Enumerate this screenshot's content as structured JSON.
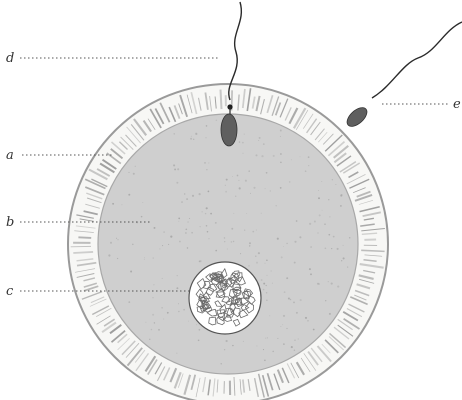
{
  "labels": {
    "a": "a",
    "b": "b",
    "c": "c",
    "d": "d",
    "e": "e"
  },
  "colors": {
    "background": "#ffffff",
    "zona": "#f7f7f5",
    "zona_stroke": "#9a9a9a",
    "zona_striation": "#8e8e8e",
    "cytoplasm": "#cfcfcf",
    "nucleus_fill": "#ffffff",
    "nucleus_grain": "#6a6a6a",
    "sperm_head": "#5f5f5f",
    "tail": "#2a2a2a"
  }
}
